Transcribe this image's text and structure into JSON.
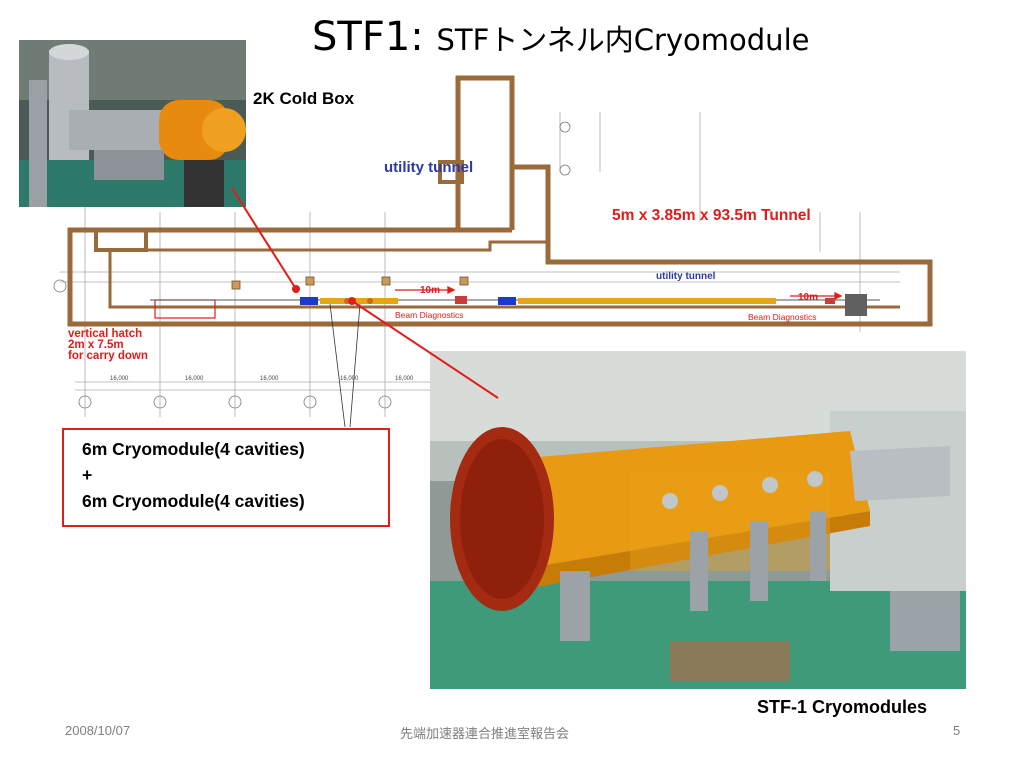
{
  "slide": {
    "title_main": "STF1: ",
    "title_rest": "STFトンネル内Cryomodule",
    "cold_box_label": "2K Cold Box",
    "photo_caption": "STF-1 Cryomodules",
    "callout": {
      "line1": "6m Cryomodule(4 cavities)",
      "line2": "+",
      "line3": "6m Cryomodule(4 cavities)"
    }
  },
  "plan": {
    "utility_tunnel_upper": "utility tunnel",
    "utility_tunnel_lower": "utility tunnel",
    "tunnel_size": "5m x 3.85m x 93.5m Tunnel",
    "hatch_line1": "vertical hatch",
    "hatch_line2": "2m x 7.5m",
    "hatch_line3": "for carry down",
    "diag1_length": "10m",
    "diag2_length": "10m",
    "diag1_label": "Beam Diagnostics",
    "diag2_label": "Beam Diagnostics",
    "dim_values": [
      "16,000",
      "16,000",
      "16,000",
      "16,000",
      "16,000"
    ]
  },
  "footer": {
    "date": "2008/10/07",
    "event": "先端加速器連合推進室報告会",
    "page": "5"
  },
  "colors": {
    "accent_red": "#e21b1b",
    "tunnel_wall": "#9a6a3a",
    "cryomodule_orange": "#e8a21c",
    "text_blue": "#2b3aa8"
  }
}
